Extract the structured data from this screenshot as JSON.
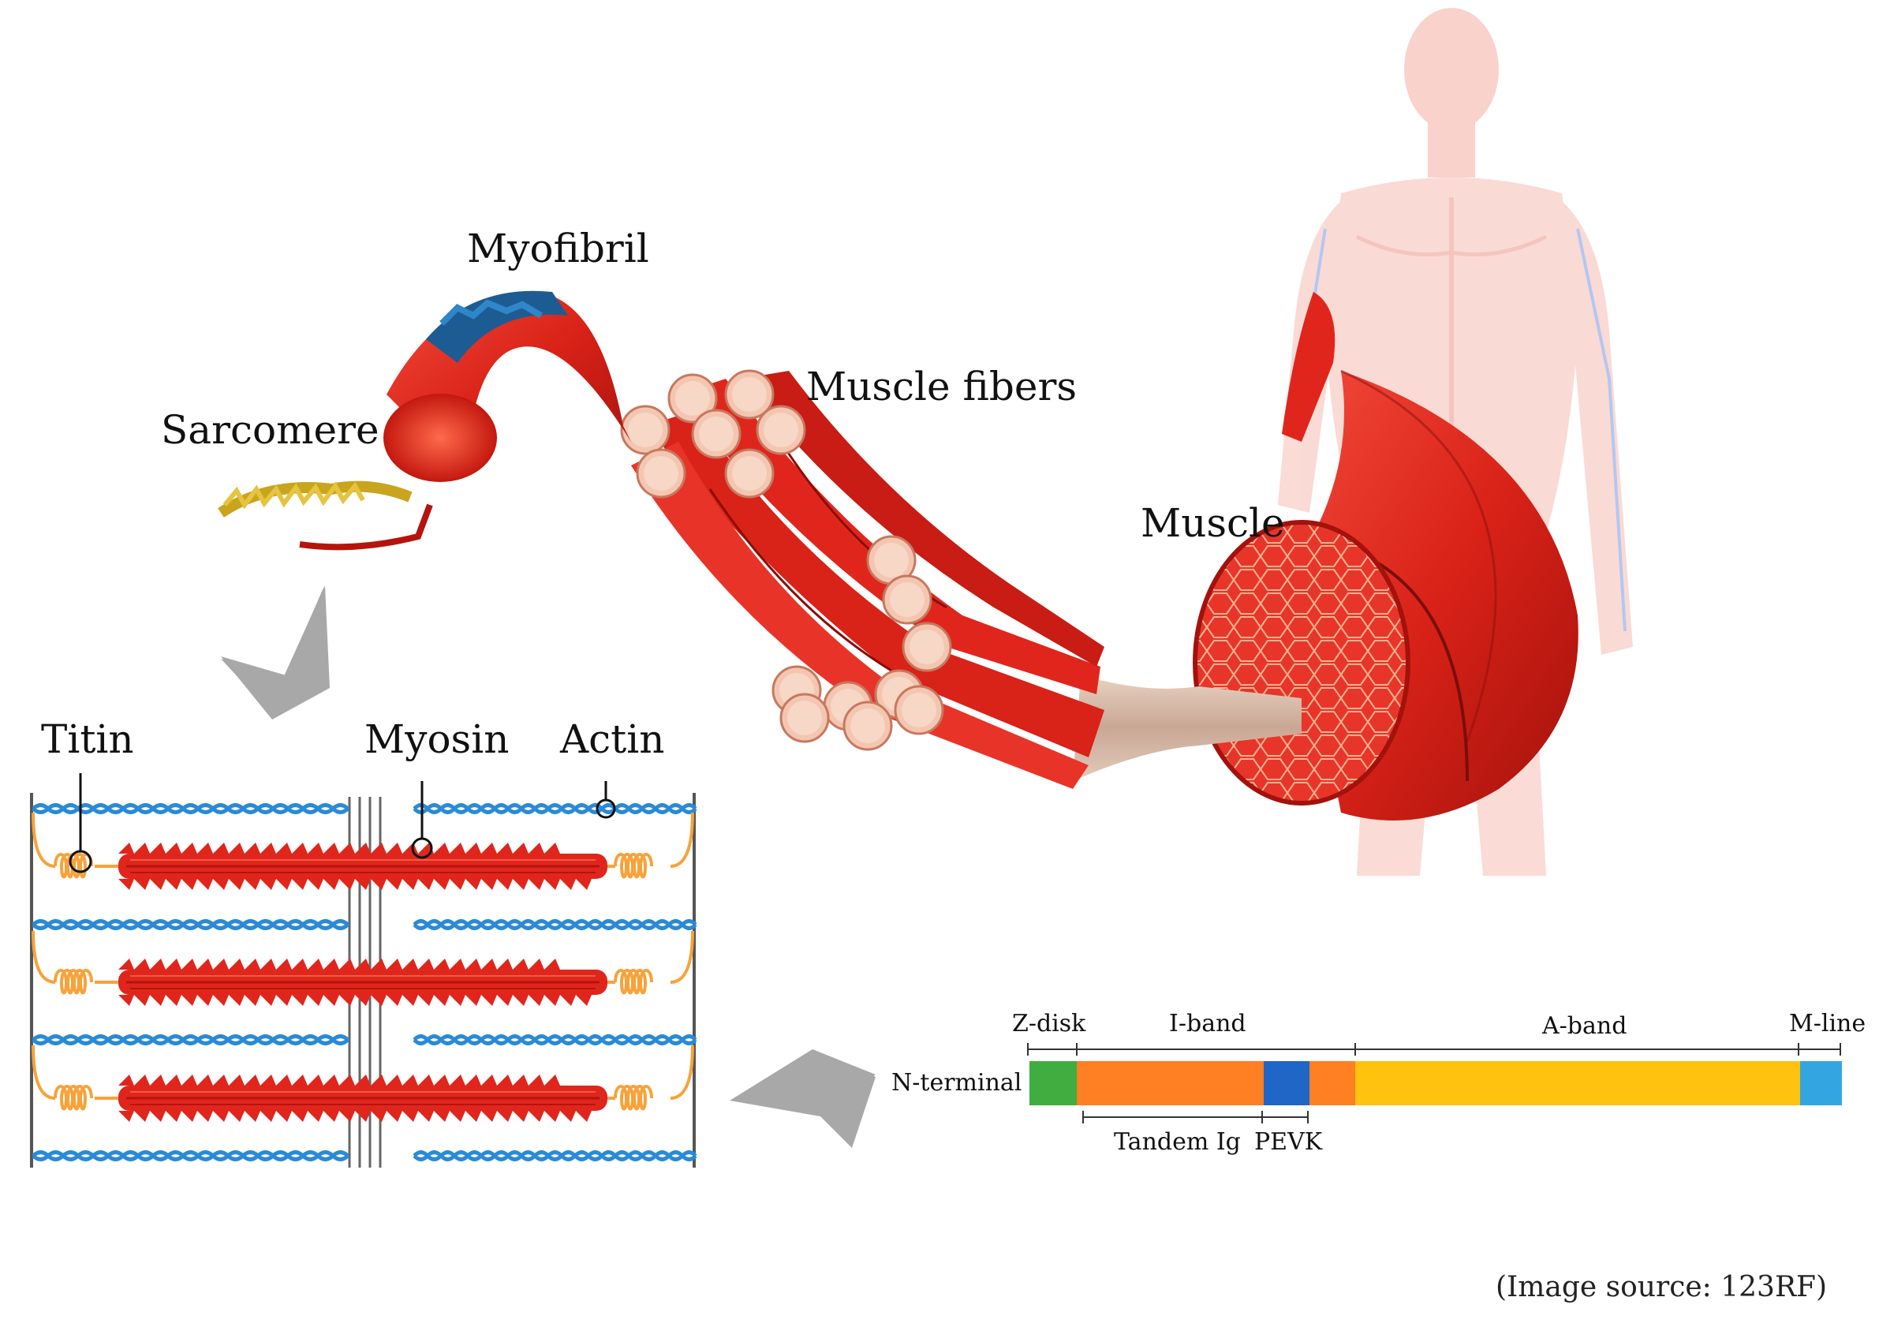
{
  "labels": {
    "myofibril": "Myofibril",
    "sarcomere": "Sarcomere",
    "muscle_fibers": "Muscle fibers",
    "muscle": "Muscle",
    "titin": "Titin",
    "myosin": "Myosin",
    "actin": "Actin"
  },
  "titin_bar": {
    "n_terminal": "N-terminal",
    "z_disk": "Z-disk",
    "i_band": "I-band",
    "a_band": "A-band",
    "m_line": "M-line",
    "tandem_ig": "Tandem Ig",
    "pevk": "PEVK"
  },
  "source": "(Image source: 123RF)",
  "colors": {
    "muscle_red": "#e0261c",
    "actin_blue": "#2a8ad6",
    "titin_orange": "#f7a23a",
    "seg_green": "#3fad3f",
    "seg_orange": "#ff7f23",
    "seg_blue": "#1f66c6",
    "seg_yellow": "#ffc20e",
    "seg_lightblue": "#33a6e2",
    "arrow_gray": "#a8a8a8"
  }
}
